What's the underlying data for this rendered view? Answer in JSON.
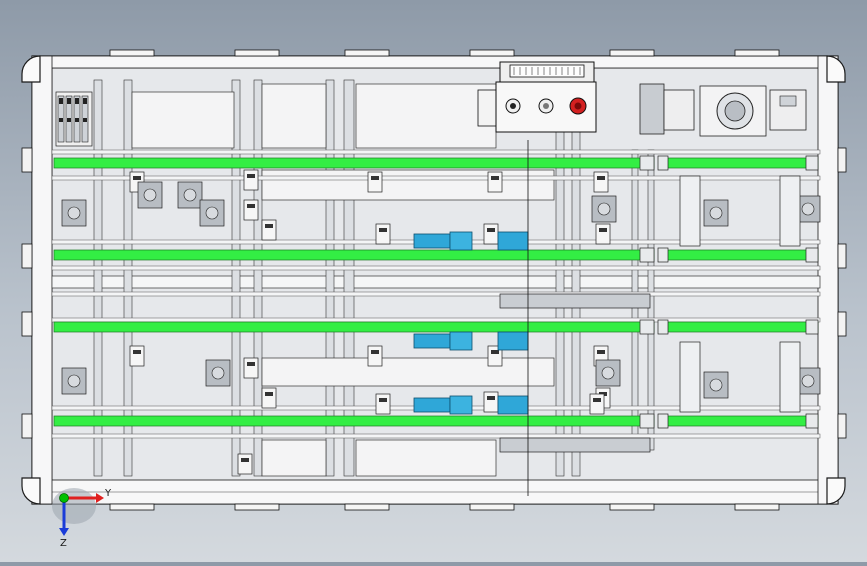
{
  "viewport": {
    "title": "",
    "triad": {
      "x_label": "Y",
      "y_label": "Z"
    }
  },
  "colors": {
    "background_top": "#8e9aa8",
    "background_bottom": "#d4d9de",
    "frame": "#f4f5f7",
    "outline": "#1a1a1a",
    "belt_green": "#33ee44",
    "motor_blue": "#2fa7d8",
    "button_red": "#d42020",
    "axis_red": "#e02020",
    "axis_green": "#00c000",
    "axis_blue": "#1a3cd8"
  },
  "model": {
    "conveyor_lines": 4,
    "control_box_buttons": 3,
    "blue_drive_motors": 3
  }
}
